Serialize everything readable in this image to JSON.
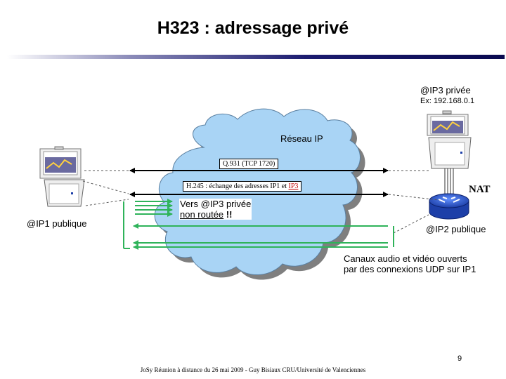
{
  "title": "H323 : adressage privé",
  "ip3": {
    "label": "@IP3 privée",
    "example": "Ex: 192.168.0.1"
  },
  "network": {
    "label": "Réseau IP"
  },
  "signals": {
    "q931": "Q.931 (TCP 1720)",
    "h245_prefix": "H.245 : échange des adresses IP1 et ",
    "h245_highlight": "IP3"
  },
  "warning": {
    "line1": "Vers @IP3 privée",
    "line2": "non routée",
    "line2_suffix": " !!"
  },
  "ip1": {
    "label": "@IP1 publique"
  },
  "ip2": {
    "label": "@IP2 publique"
  },
  "nat": {
    "label": "NAT"
  },
  "channels": {
    "line1": "Canaux audio et vidéo ouverts",
    "line2": "par des connexions UDP sur  IP1"
  },
  "page_number": "9",
  "footer": "JoSy Réunion à distance du 26 mai 2009 - Guy Bisiaux CRU/Université de Valenciennes",
  "colors": {
    "cloud": "#a9d4f5",
    "cloud_shadow": "#7f7f7f",
    "flow": "#2fb35a",
    "router": "#2f5fd0",
    "accent": "#c00000"
  },
  "icons": [
    "computer-icon",
    "router-icon",
    "cloud-icon"
  ]
}
